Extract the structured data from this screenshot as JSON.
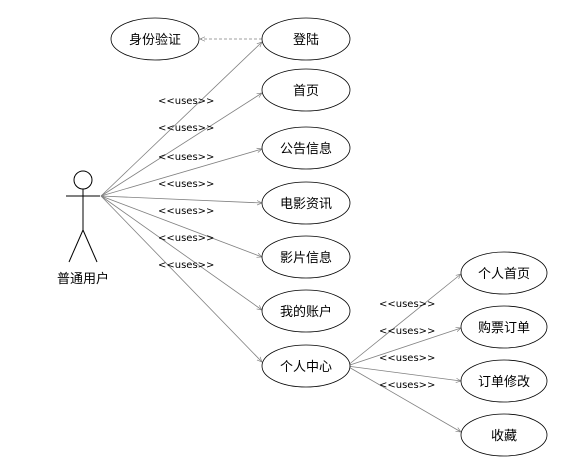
{
  "actor": {
    "label": "普通用户"
  },
  "edge_label": "<<uses>>",
  "colors": {
    "line": "#808080",
    "stroke": "#000000",
    "fill": "#ffffff"
  },
  "use_cases": {
    "auth": "身份验证",
    "login": "登陆",
    "home": "首页",
    "notice": "公告信息",
    "news": "电影资讯",
    "film": "影片信息",
    "account": "我的账户",
    "center": "个人中心",
    "personal_home": "个人首页",
    "order": "购票订单",
    "order_edit": "订单修改",
    "favorite": "收藏"
  }
}
